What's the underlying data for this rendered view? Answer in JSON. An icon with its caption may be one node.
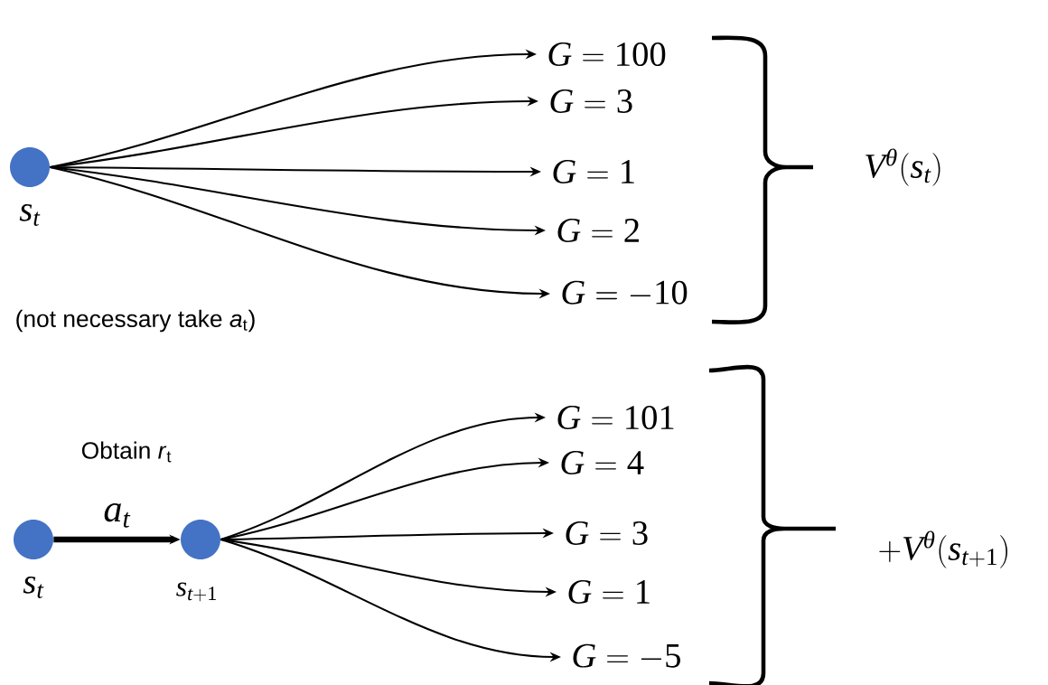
{
  "diagram": {
    "nodes": [
      {
        "text": [],
        "shape": "circle",
        "beside": [
          "s_t"
        ]
      },
      {
        "text": [
          "G = 100"
        ]
      },
      {
        "text": [
          "G = 3"
        ]
      },
      {
        "text": [
          "G = 1"
        ]
      },
      {
        "text": [
          "G = 2"
        ]
      },
      {
        "text": [
          "G = -10"
        ]
      },
      {
        "text": [],
        "shape": "circle",
        "beside": [
          "s_t"
        ]
      },
      {
        "text": [],
        "shape": "circle",
        "beside": [
          "s_{t+1}"
        ]
      },
      {
        "text": [
          "G = 101"
        ]
      },
      {
        "text": [
          "G = 4"
        ]
      },
      {
        "text": [
          "G = 3"
        ]
      },
      {
        "text": [
          "G = 1"
        ]
      },
      {
        "text": [
          "G = -5"
        ]
      }
    ],
    "edges": [
      {
        "from": 0,
        "to": 1,
        "arrow": "to"
      },
      {
        "from": 0,
        "to": 2,
        "arrow": "to"
      },
      {
        "from": 0,
        "to": 3,
        "arrow": "to"
      },
      {
        "from": 0,
        "to": 4,
        "arrow": "to"
      },
      {
        "from": 0,
        "to": 5,
        "arrow": "to"
      },
      {
        "from": 6,
        "to": 7,
        "arrow": "to",
        "label": "a_t",
        "style": "thick"
      },
      {
        "from": 7,
        "to": 8,
        "arrow": "to"
      },
      {
        "from": 7,
        "to": 9,
        "arrow": "to"
      },
      {
        "from": 7,
        "to": 10,
        "arrow": "to"
      },
      {
        "from": 7,
        "to": 11,
        "arrow": "to"
      },
      {
        "from": 7,
        "to": 12,
        "arrow": "to"
      }
    ],
    "labels": [
      "V^{\\theta}(s_t)",
      "(not necessary take *a*$_{t}$)",
      "Obtain *r*$_{t}$",
      "+V^{\\theta}(s_{t+1})"
    ]
  }
}
